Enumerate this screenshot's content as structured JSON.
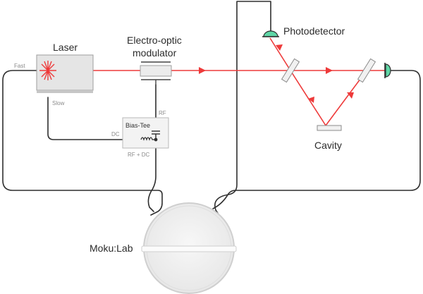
{
  "labels": {
    "laser": "Laser",
    "eom_line1": "Electro-optic",
    "eom_line2": "modulator",
    "photodetector": "Photodetector",
    "cavity": "Cavity",
    "bias_tee": "Bias-Tee",
    "device": "Moku:Lab",
    "fast": "Fast",
    "slow": "Slow",
    "dc": "DC",
    "rf": "RF",
    "rf_dc": "RF + DC"
  },
  "colors": {
    "beam": "#ee3a3a",
    "detector": "#5fd6a6",
    "wire": "#2f2f2f",
    "box_fill": "#e7e7e7",
    "device_fill": "#f1f1f1"
  }
}
